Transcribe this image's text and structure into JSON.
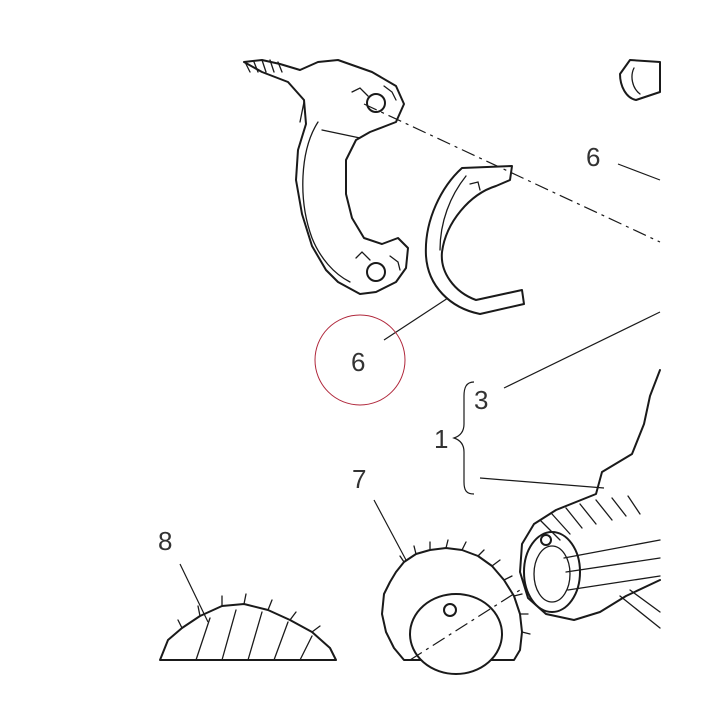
{
  "diagram": {
    "callouts": {
      "bearing_top_right": "6",
      "bearing_circled": "6",
      "item_3": "3",
      "item_1": "1",
      "item_7": "7",
      "item_8": "8"
    },
    "colors": {
      "line": "#1a1a1a",
      "label": "#333333",
      "highlight_circle": "#b0283c"
    }
  }
}
